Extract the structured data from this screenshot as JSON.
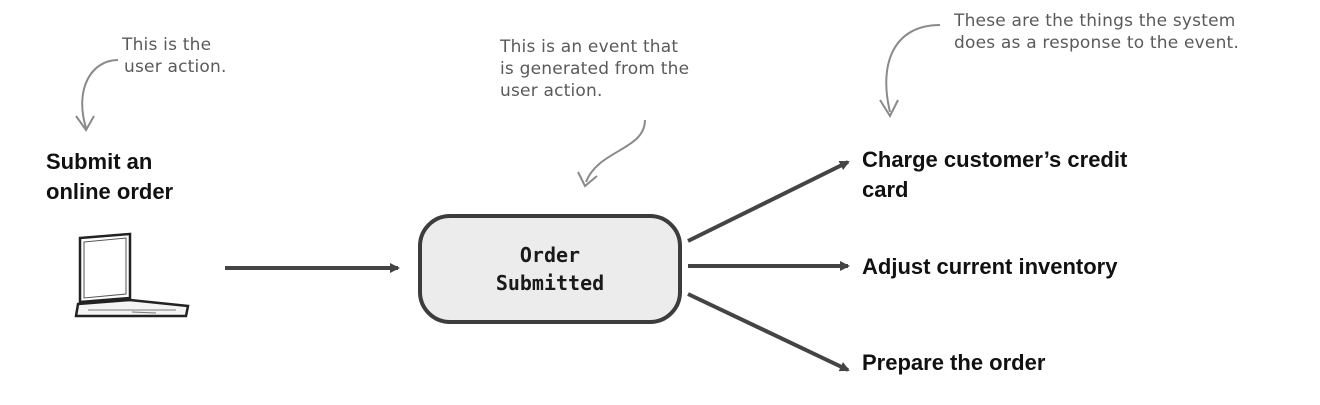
{
  "annotations": {
    "user_action_line1": "This is the",
    "user_action_line2": "user action.",
    "event_line1": "This is an event that",
    "event_line2": "is generated from the",
    "event_line3": "user action.",
    "response_line1": "These are the things the system",
    "response_line2": "does as a response to the event."
  },
  "user_action": {
    "line1": "Submit an",
    "line2": "online order",
    "icon": "laptop-icon"
  },
  "event": {
    "line1": "Order",
    "line2": "Submitted"
  },
  "responses": {
    "charge_line1": "Charge customer’s credit",
    "charge_line2": "card",
    "inventory": "Adjust current inventory",
    "prepare": "Prepare the order"
  },
  "colors": {
    "arrow": "#444444",
    "box_fill": "#ececec",
    "box_border": "#3c3c3c",
    "annotation_text": "#5a5a5a",
    "label_text": "#111111"
  }
}
